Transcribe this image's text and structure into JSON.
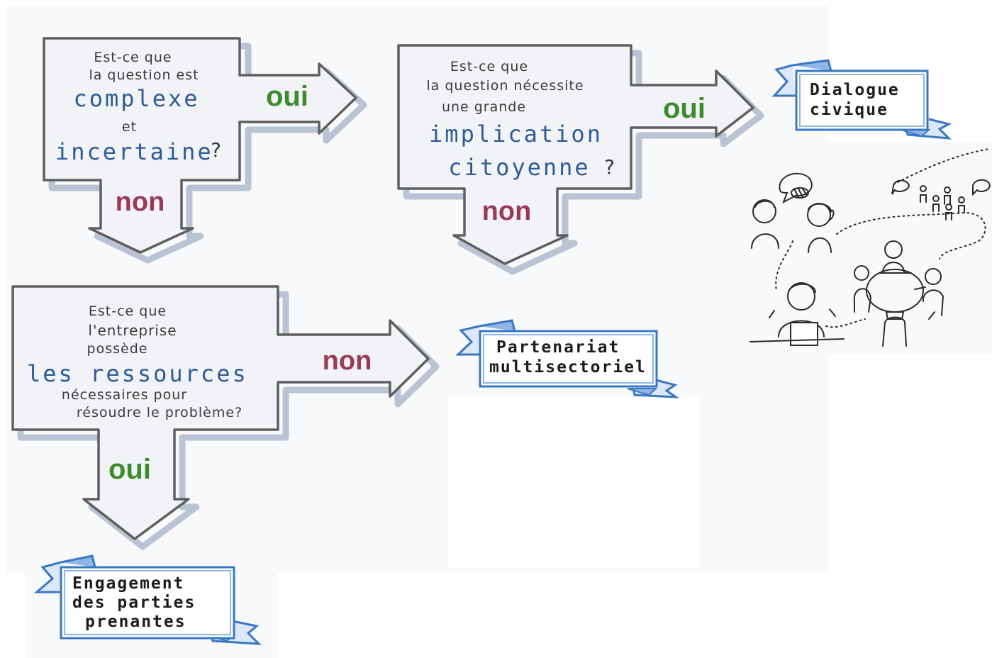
{
  "q1": {
    "line1": "Est-ce  que",
    "line2": "la  question  est",
    "keyword1": "complexe",
    "connector": "et",
    "keyword2": "incertaine",
    "qmark": "?",
    "yes": "oui",
    "no": "non"
  },
  "q2": {
    "line1": "Est-ce  que",
    "line2": "la  question  nécessite",
    "line3": "une  grande",
    "keyword1": "implication",
    "keyword2": "citoyenne",
    "qmark": "?",
    "yes": "oui",
    "no": "non"
  },
  "q3": {
    "line1": "Est-ce  que",
    "line2": "l'entreprise",
    "line3": "possède",
    "keyword": "les  ressources",
    "line4": "nécessaires   pour",
    "line5": "résoudre  le  problème?",
    "no": "non",
    "yes": "oui"
  },
  "outcomes": {
    "dialogue_line1": "Dialogue",
    "dialogue_line2": "civique",
    "partenariat_line1": "Partenariat",
    "partenariat_line2": "multisectoriel",
    "engagement_line1": "Engagement",
    "engagement_line2": "des  parties",
    "engagement_line3": "prenantes"
  },
  "colors": {
    "box_fill": "#f1f3f6",
    "box_stroke": "#5f5f5f",
    "shadow": "#b9c3d3",
    "keyword": "#2e5c95",
    "yes": "#3d8b2d",
    "no": "#9a3a5a",
    "banner_stroke": "#3a78c2",
    "banner_shadow": "#8fb6e6"
  }
}
